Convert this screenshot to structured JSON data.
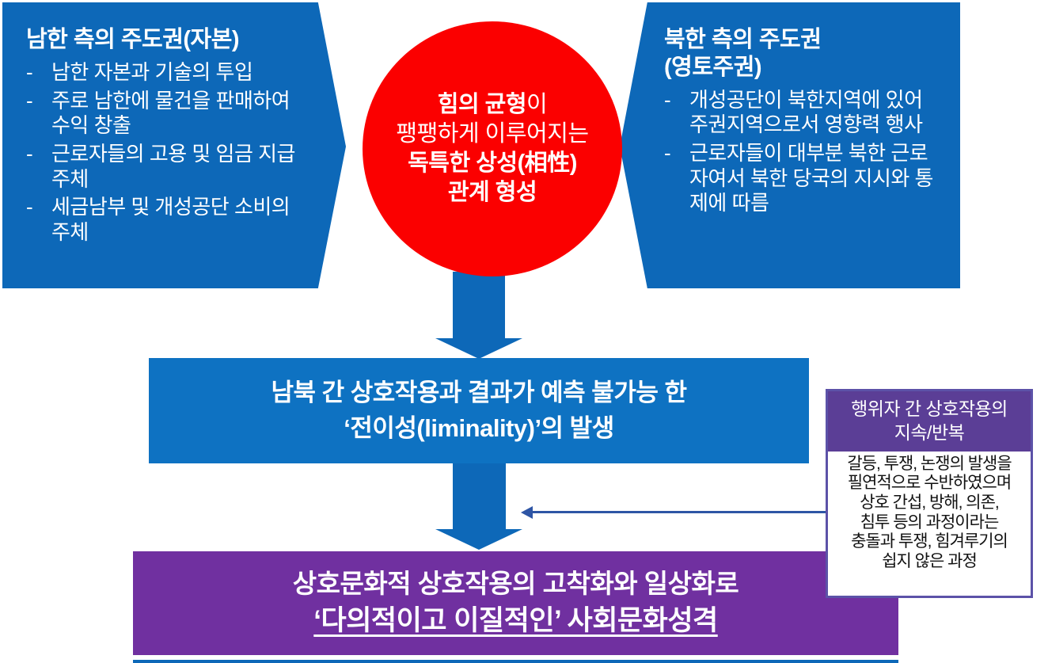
{
  "colors": {
    "shape_blue": "#0D68B8",
    "liminality_blue": "#0E72C2",
    "circle_red": "#FB0000",
    "outcome_purple": "#7030A0",
    "side_header_purple": "#5B3E96",
    "side_border_violet": "#5C52A8",
    "thin_arrow_navy": "#2E55A5"
  },
  "bullet_marker": "-",
  "south_box": {
    "title": "남한 측의 주도권(자본)",
    "bullets": [
      "남한 자본과 기술의 투입",
      "주로 남한에 물건을 판매하여 수익 창출",
      "근로자들의 고용 및 임금 지급 주체",
      "세금남부 및 개성공단 소비의 주체"
    ]
  },
  "north_box": {
    "title_line1": "북한 측의 주도권",
    "title_line2": "(영토주권)",
    "bullets": [
      "개성공단이 북한지역에 있어 주권지역으로서 영향력 행사",
      "근로자들이 대부분 북한 근로자여서 북한 당국의 지시와 통제에 따름"
    ]
  },
  "circle": {
    "line1_bold": "힘의 균형",
    "line1_rest": "이",
    "line2": "팽팽하게 이루어지는",
    "line3": "독특한 상성(相性)",
    "line4": "관계 형성"
  },
  "liminality_box": {
    "line1": "남북 간 상호작용과 결과가 예측 불가능 한",
    "line2": "‘전이성(liminality)’의 발생"
  },
  "outcome_box": {
    "line1": "상호문화적 상호작용의 고착화와 일상화로",
    "line2": "‘다의적이고 이질적인’ 사회문화성격"
  },
  "side_box": {
    "header_line1": "행위자 간 상호작용의",
    "header_line2": "지속/반복",
    "body_lines": [
      "갈등, 투쟁, 논쟁의 발생을",
      "필연적으로 수반하였으며",
      "상호 간섭, 방해, 의존,",
      "침투 등의 과정이라는",
      "충돌과 투쟁, 힘겨루기의",
      "쉽지 않은 과정"
    ]
  }
}
